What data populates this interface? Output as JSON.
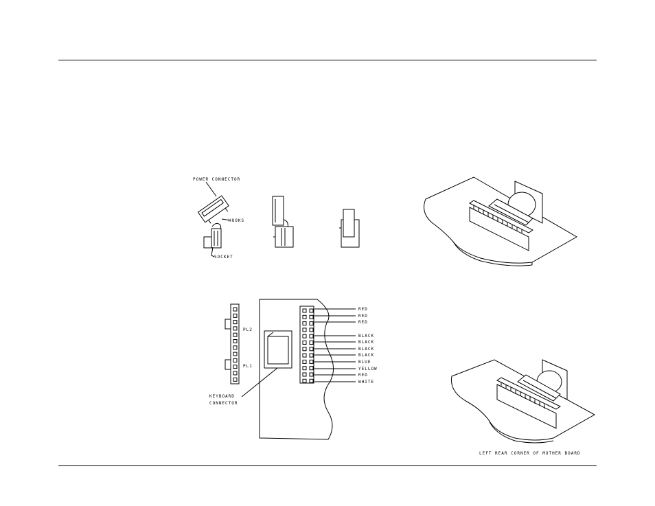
{
  "labels": {
    "power_connector": "POWER CONNECTOR",
    "hooks": "HOOKS",
    "socket": "SOCKET",
    "pl2": "PL2",
    "pl1": "PL1",
    "keyboard_line1": "KEYBOARD",
    "keyboard_line2": "CONNECTOR",
    "caption": "LEFT REAR CORNER OF MOTHER BOARD"
  },
  "wires": [
    "RED",
    "RED",
    "RED",
    "BLACK",
    "BLACK",
    "BLACK",
    "BLACK",
    "BLUE",
    "YELLOW",
    "RED",
    "WHITE"
  ]
}
